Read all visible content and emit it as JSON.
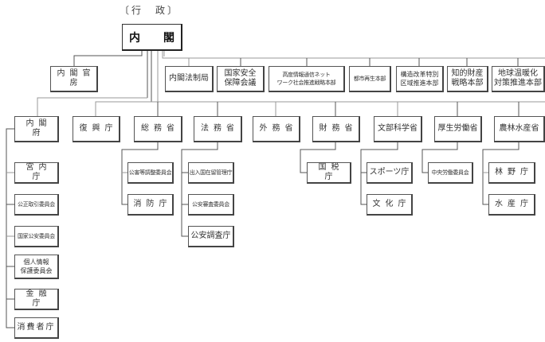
{
  "title": "〔行　政〕",
  "cabinet": {
    "left": "内",
    "right": "閣"
  },
  "cabinet_secretariat": "内閣官房",
  "cabinet_bodies": [
    "内閣法制局",
    "国家安全\n保障会議",
    "高度情報通信ネット\nワーク社会推進戦略本部",
    "都市再生本部",
    "構造改革特別\n区域推進本部",
    "知的財産\n戦略本部",
    "地球温暖化\n対策推進本部"
  ],
  "ministries": [
    "内閣府",
    "復興庁",
    "総務省",
    "法務省",
    "外務省",
    "財務省",
    "文部科学省",
    "厚生労働省",
    "農林水産省"
  ],
  "cabinet_office_agencies": [
    "宮内庁",
    "公正取引委員会",
    "国家公安委員会",
    "個人情報\n保護委員会",
    "金融庁",
    "消費者庁"
  ],
  "mic_agencies": [
    "公害等調整委員会",
    "消防庁"
  ],
  "moj_agencies": [
    "出入国在留管理庁",
    "公安審査委員会",
    "公安調査庁"
  ],
  "mof_agencies": [
    "国税庁"
  ],
  "mext_agencies": [
    "スポーツ庁",
    "文化庁"
  ],
  "mhlw_agencies": [
    "中央労働委員会"
  ],
  "maff_agencies": [
    "林野庁",
    "水産庁"
  ]
}
